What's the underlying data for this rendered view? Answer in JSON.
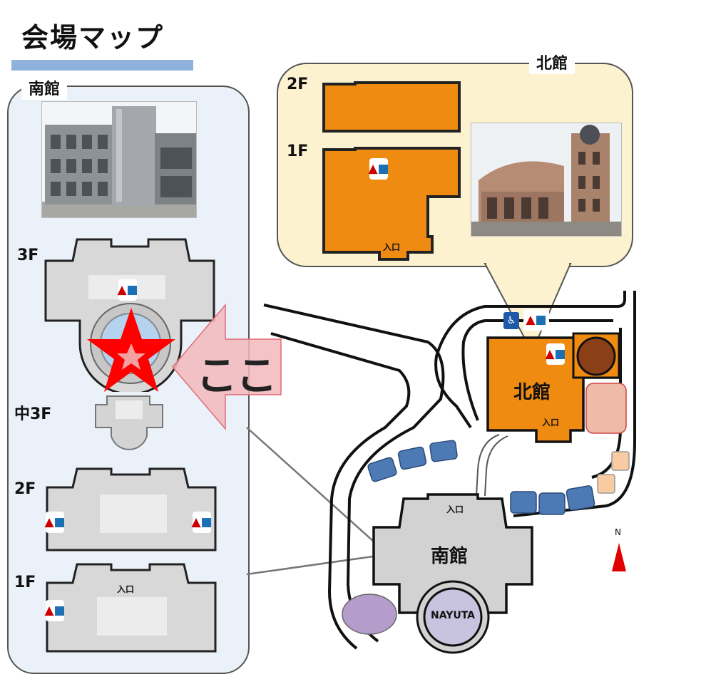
{
  "header": {
    "title": "会場マップ"
  },
  "south_building": {
    "panel_label": "南館",
    "floors": [
      {
        "label": "3F"
      },
      {
        "label": "中3F"
      },
      {
        "label": "2F"
      },
      {
        "label": "1F"
      }
    ],
    "entrance_label": "入口"
  },
  "north_building": {
    "panel_label": "北館",
    "floors": [
      {
        "label": "2F"
      },
      {
        "label": "1F"
      }
    ],
    "entrance_label": "入口"
  },
  "here_marker": {
    "label": "ここ"
  },
  "site_map": {
    "north_label": "北館",
    "north_entrance": "入口",
    "south_label": "南館",
    "south_entrance": "入口",
    "dome_label": "NAYUTA",
    "compass": "N"
  },
  "colors": {
    "title_underline": "#8fb2dd",
    "north_building": "#ee8b10",
    "south_building": "#d2d2d2",
    "parking": "#4d7ab5",
    "star": "#ff0000",
    "arrow": "#f3b8bc"
  }
}
